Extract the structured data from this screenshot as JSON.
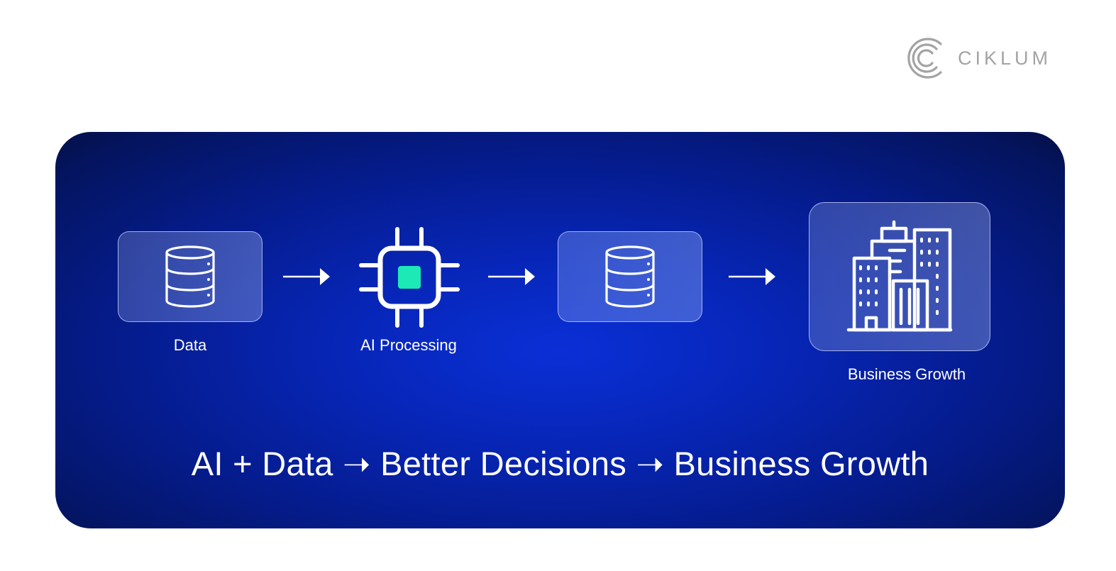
{
  "brand": {
    "name": "CIKLUM",
    "logo_color": "#a3a3a3"
  },
  "diagram": {
    "background_color": "#0726b8",
    "accent_color": "#1de9b6",
    "steps": [
      {
        "label": "Data",
        "icon": "database-icon",
        "boxed": true
      },
      {
        "label": "AI Processing",
        "icon": "chip-icon",
        "boxed": false
      },
      {
        "label": "",
        "icon": "database-icon",
        "boxed": true
      },
      {
        "label": "Business Growth",
        "icon": "buildings-icon",
        "boxed": true
      }
    ],
    "connectors": [
      "arrow-right",
      "arrow-right",
      "arrow-right"
    ],
    "headline": "AI + Data ➝ Better Decisions ➝ Business Growth"
  }
}
